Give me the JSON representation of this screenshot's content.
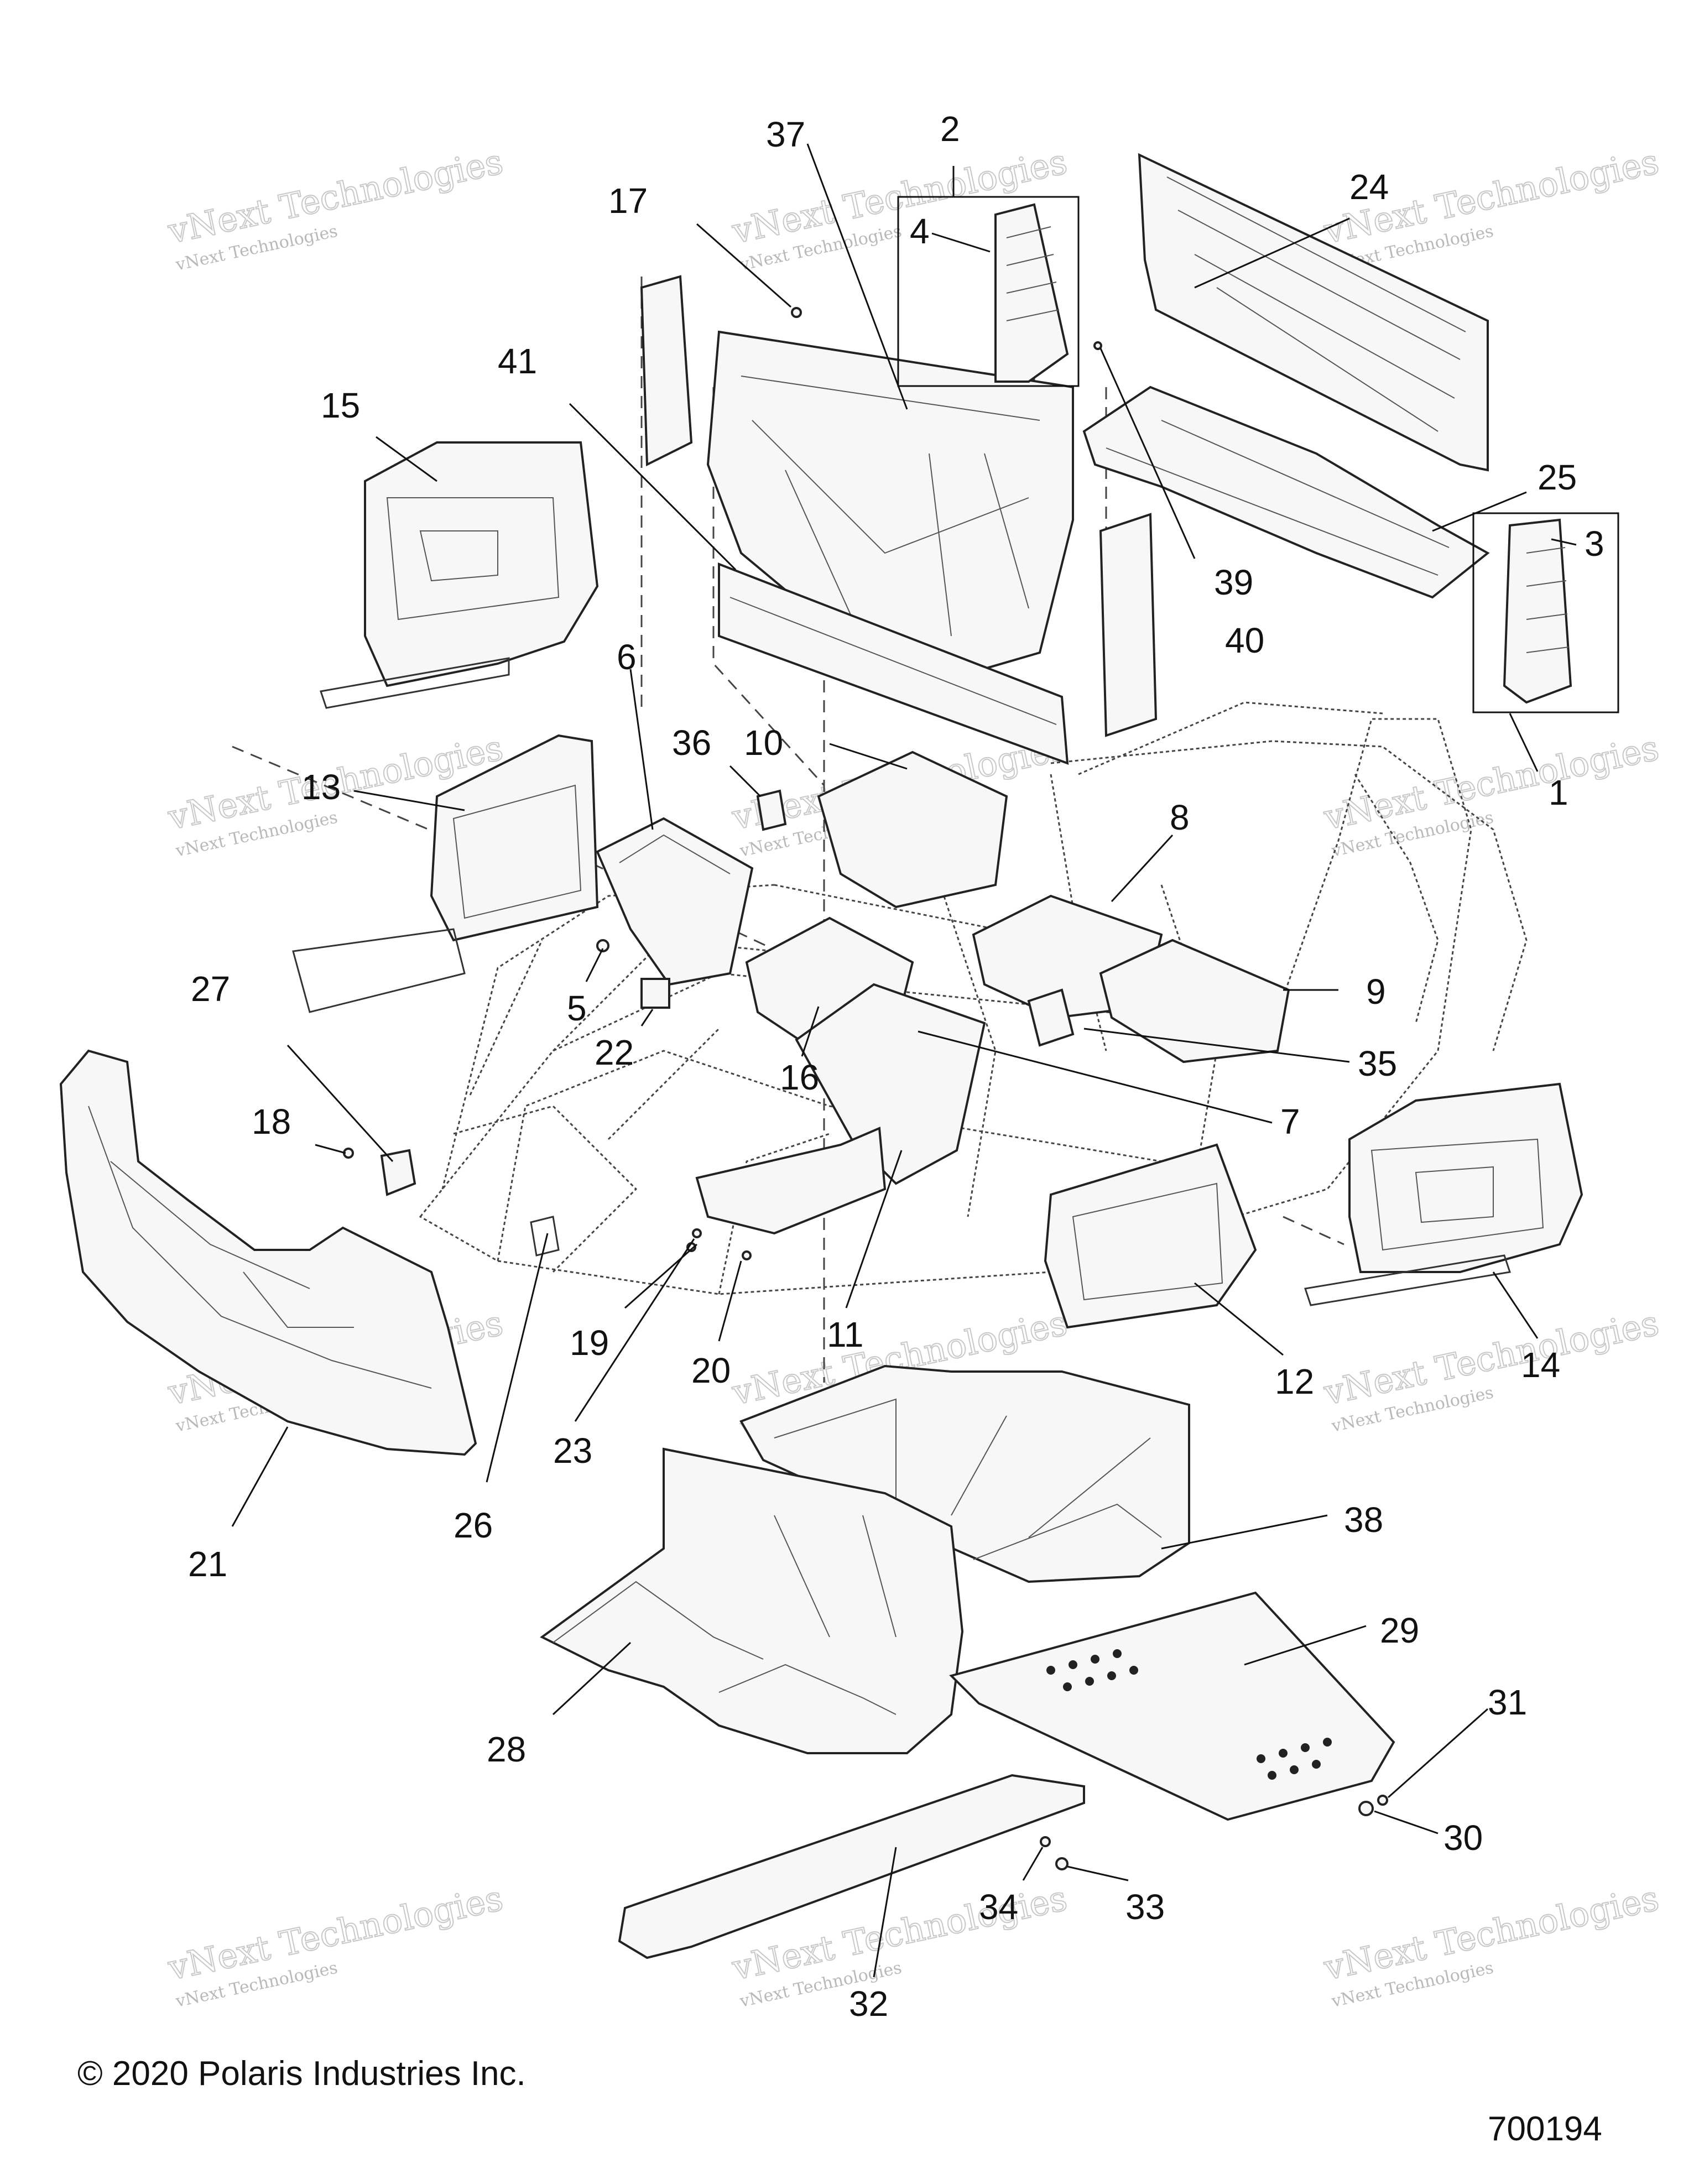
{
  "diagram": {
    "callouts": [
      "1",
      "2",
      "3",
      "4",
      "5",
      "6",
      "7",
      "8",
      "9",
      "10",
      "11",
      "12",
      "13",
      "14",
      "15",
      "16",
      "17",
      "18",
      "19",
      "20",
      "21",
      "22",
      "23",
      "24",
      "25",
      "26",
      "27",
      "28",
      "29",
      "30",
      "31",
      "32",
      "33",
      "34",
      "35",
      "36",
      "37",
      "38",
      "39",
      "40",
      "41"
    ],
    "watermark": {
      "line1": "vNext Technologies",
      "outline": "vNext Technologies"
    }
  },
  "footer": {
    "copyright": "© 2020 Polaris Industries Inc.",
    "figure_number": "700194"
  }
}
